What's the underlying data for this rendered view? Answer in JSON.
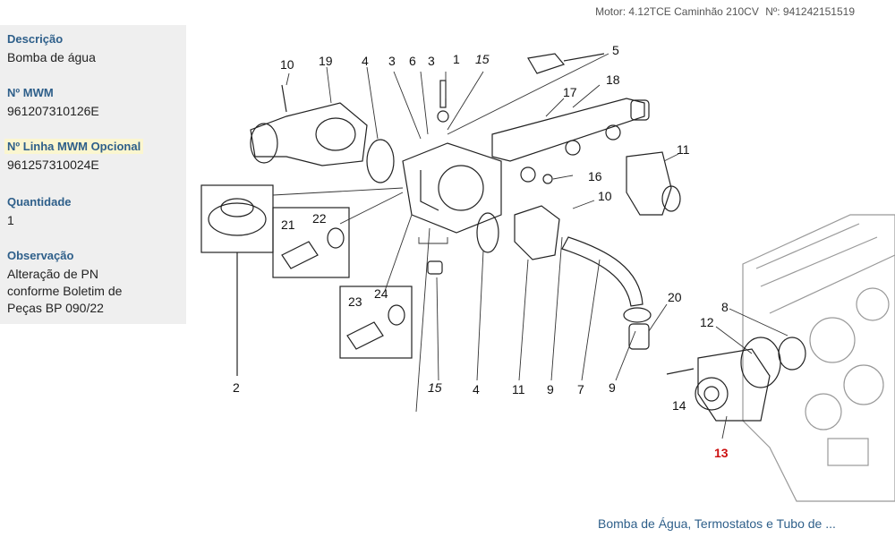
{
  "header": {
    "motor": "Motor: 4.12TCE Caminhão 210CV",
    "number": "Nº: 941242151519"
  },
  "sidebar": {
    "descricao_label": "Descrição",
    "descricao_value": "Bomba de água",
    "mwm_label": "Nº MWM",
    "mwm_value": "961207310126E",
    "linha_label": "Nº Linha MWM Opcional",
    "linha_value": "961257310024E",
    "quantidade_label": "Quantidade",
    "quantidade_value": "1",
    "observacao_label": "Observação",
    "observacao_line1": "Alteração de PN",
    "observacao_line2": "conforme Boletim de",
    "observacao_line3": "Peças BP 090/22"
  },
  "diagram": {
    "callouts": {
      "c10a": "10",
      "c19": "19",
      "c4a": "4",
      "c3a": "3",
      "c6": "6",
      "c3b": "3",
      "c1": "1",
      "c15a": "15",
      "c5": "5",
      "c17": "17",
      "c18": "18",
      "c11a": "11",
      "c16": "16",
      "c10b": "10",
      "c21": "21",
      "c22": "22",
      "c23": "23",
      "c24": "24",
      "c2": "2",
      "c15b": "15",
      "c4b": "4",
      "c11b": "11",
      "c9a": "9",
      "c7": "7",
      "c9b": "9",
      "c20": "20",
      "c8": "8",
      "c12": "12",
      "c14": "14",
      "c13": "13"
    },
    "highlight_color": "#cc1111"
  },
  "footer": {
    "caption": "Bomba de Água, Termostatos e Tubo de ..."
  }
}
